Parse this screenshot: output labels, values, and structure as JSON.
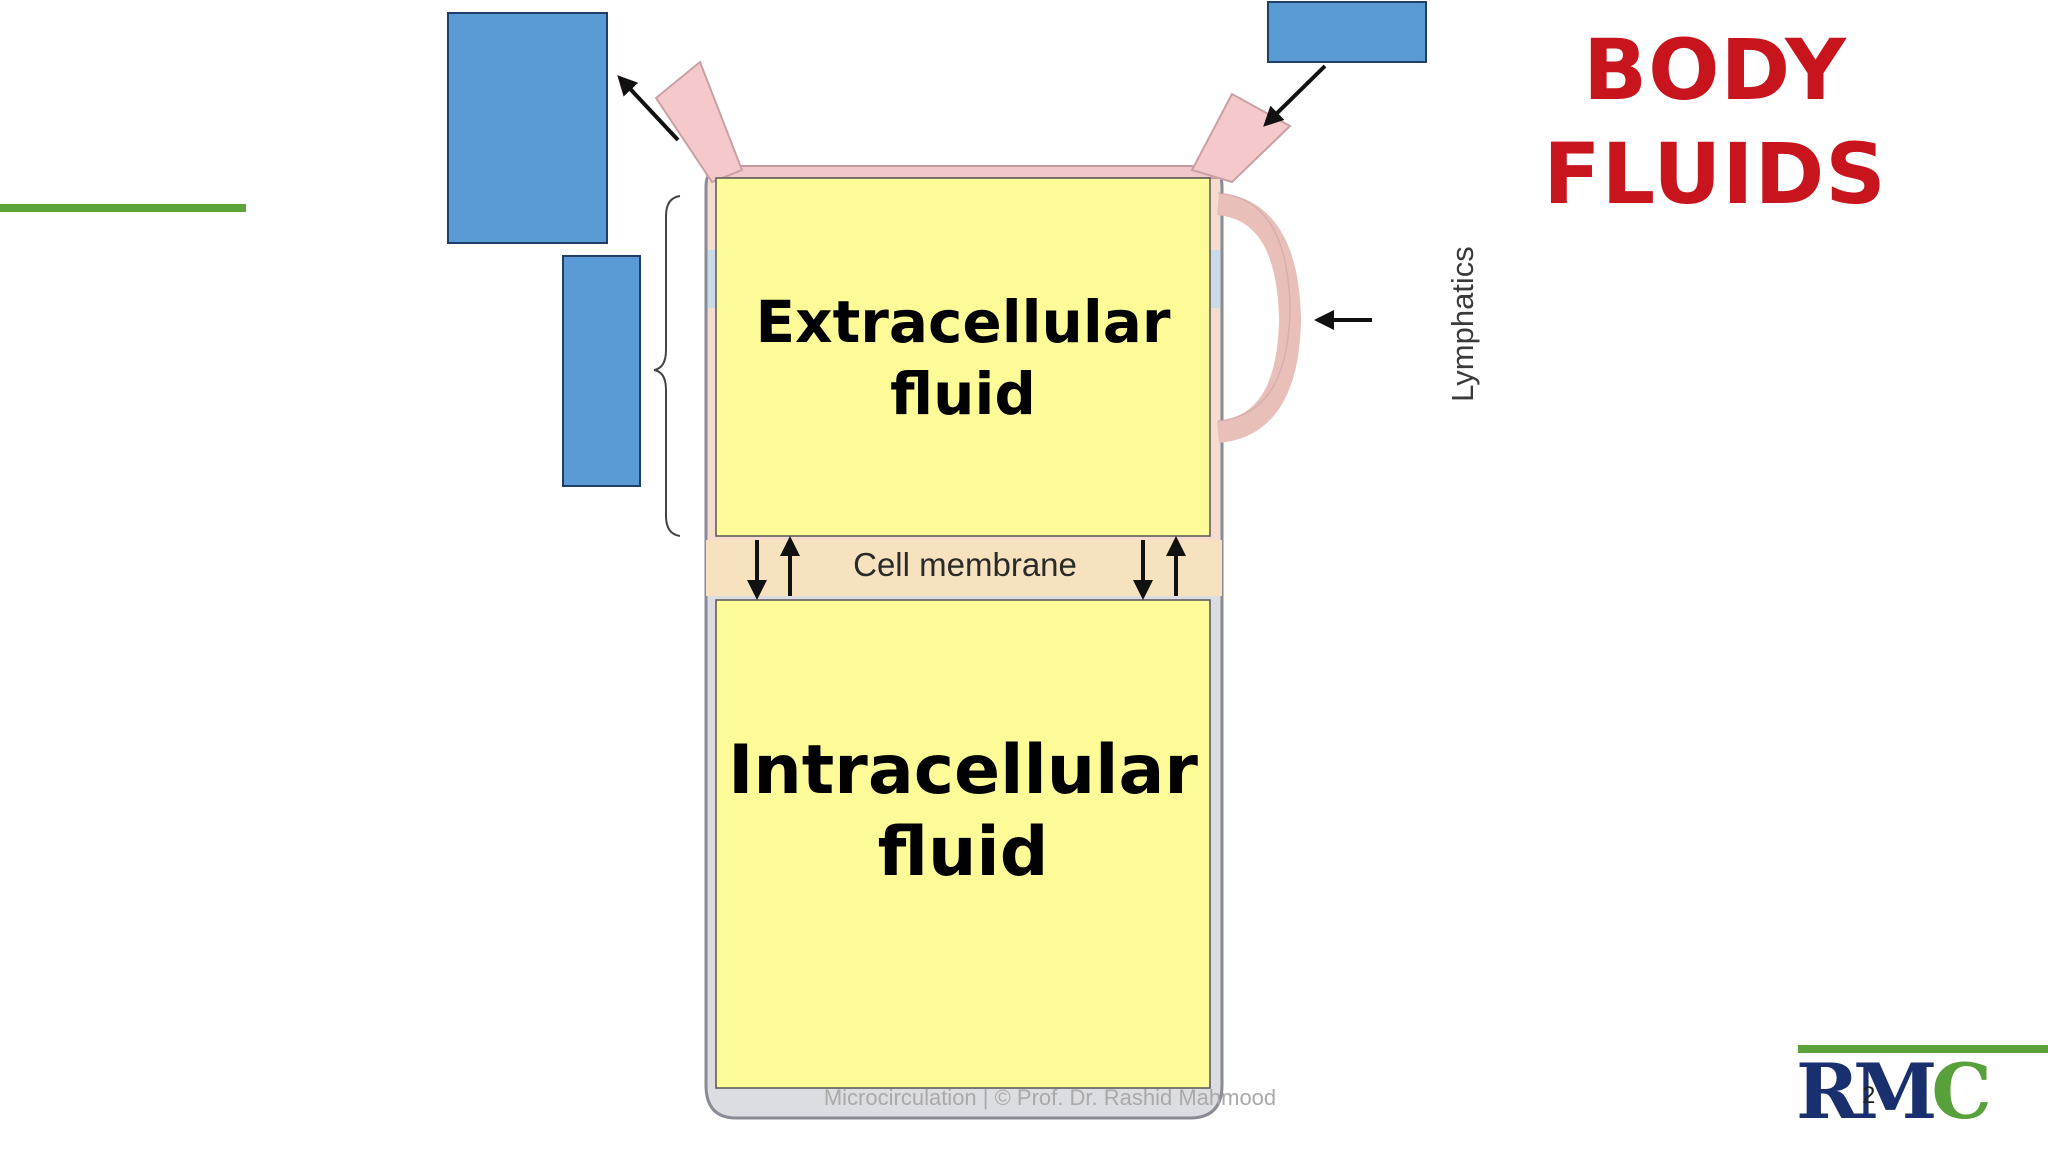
{
  "slide": {
    "title_lines": [
      "BODY",
      "FLUIDS"
    ],
    "title_color": "#c8141c"
  },
  "diagram": {
    "extracellular_lines": [
      "Extracellular",
      "fluid"
    ],
    "intracellular_lines": [
      "Intracellular",
      "fluid"
    ],
    "membrane_label": "Cell membrane",
    "lymphatics_label": "Lymphatics",
    "fluid_fill_color": "#fdfb98",
    "label_box_color": "#5b9bd5",
    "accent_green": "#5ca23b"
  },
  "footer": {
    "text": "Microcirculation   |   © Prof. Dr. Rashid Mahmood",
    "page_number": "2"
  },
  "logo": {
    "r": "R",
    "m": "M",
    "c": "C"
  }
}
